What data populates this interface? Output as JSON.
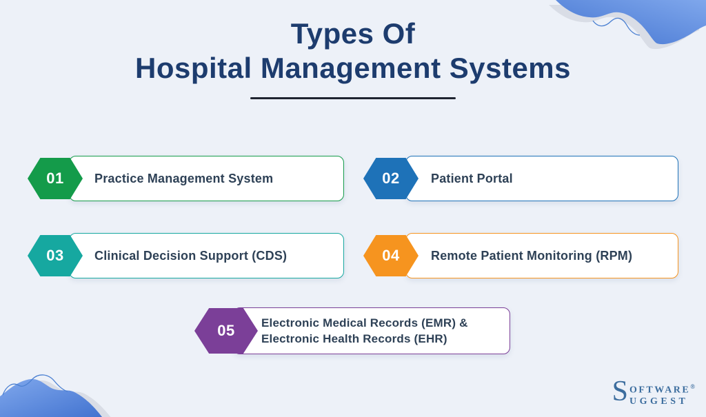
{
  "background_color": "#edf1f8",
  "title": {
    "line1": "Types Of",
    "line2": "Hospital Management Systems",
    "color": "#1d3c6e"
  },
  "items": [
    {
      "number": "01",
      "label": "Practice Management System",
      "color": "#149b4a"
    },
    {
      "number": "02",
      "label": "Patient Portal",
      "color": "#1e72b8"
    },
    {
      "number": "03",
      "label": "Clinical Decision Support (CDS)",
      "color": "#16a8a0"
    },
    {
      "number": "04",
      "label": "Remote Patient Monitoring (RPM)",
      "color": "#f6941f"
    },
    {
      "number": "05",
      "label_line1": "Electronic Medical Records (EMR) &",
      "label_line2": "Electronic Health Records (EHR)",
      "color": "#7b3f98"
    }
  ],
  "label_text_color": "#2e4156",
  "logo": {
    "initial": "S",
    "word1": "OFTWARE",
    "registered": "®",
    "word2": "UGGEST",
    "color": "#3c6d9e"
  },
  "decor": {
    "blob_gradient_start": "#4273d0",
    "blob_gradient_end": "#7fa7ec",
    "shadow_color": "#d9dde6",
    "line_color": "#4a7fd1"
  }
}
